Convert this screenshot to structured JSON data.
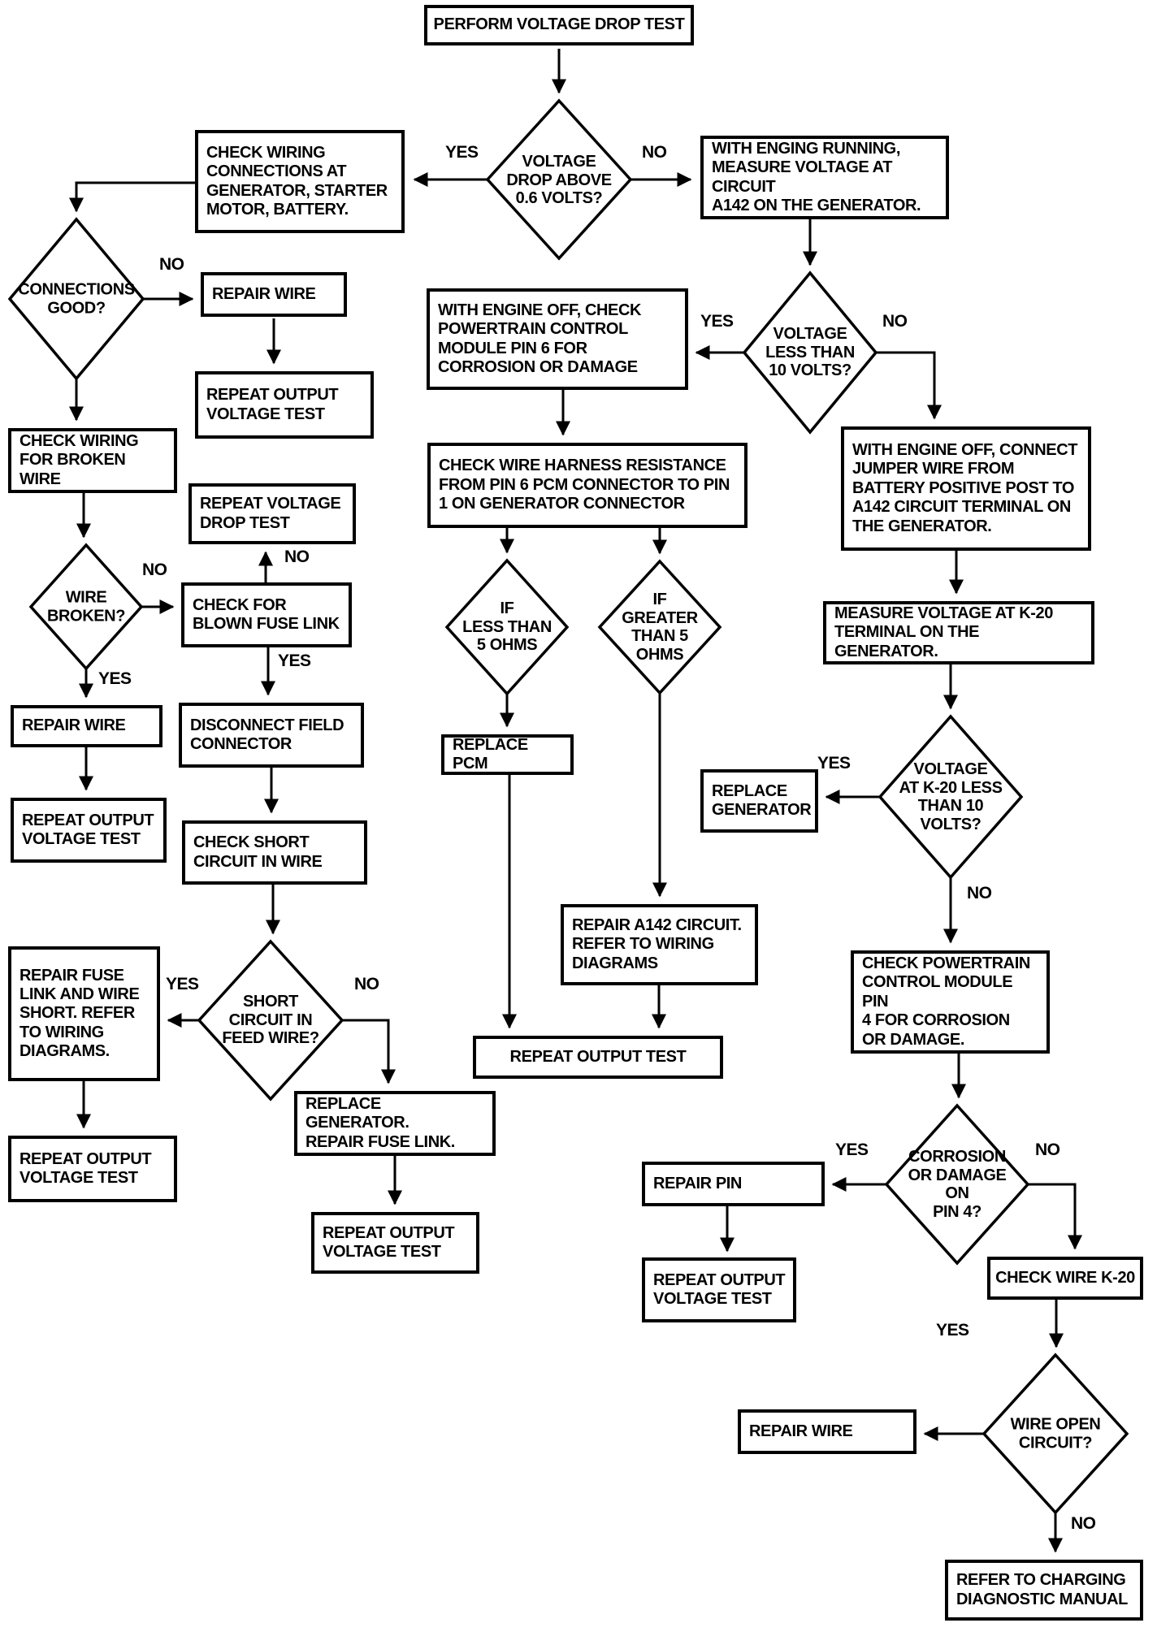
{
  "page": {
    "background_color": "#ffffff",
    "line_color": "#000000",
    "description": "Perform voltage drop test diagnostic flowchart"
  },
  "boxes": {
    "perform_test": "PERFORM VOLTAGE DROP TEST",
    "check_connections": "CHECK WIRING\nCONNECTIONS AT\nGENERATOR, STARTER\nMOTOR, BATTERY.",
    "repair_wire_1": "REPAIR WIRE",
    "repeat_output_1": "REPEAT OUTPUT\nVOLTAGE TEST",
    "check_broken": "CHECK WIRING\nFOR BROKEN WIRE",
    "repeat_drop": "REPEAT VOLTAGE\nDROP TEST",
    "check_fuse": "CHECK FOR\nBLOWN FUSE LINK",
    "disconnect_field": "DISCONNECT FIELD\nCONNECTOR",
    "repair_wire_2": "REPAIR WIRE",
    "repeat_output_2": "REPEAT OUTPUT\nVOLTAGE TEST",
    "check_short": "CHECK SHORT\nCIRCUIT IN WIRE",
    "repair_fuse_link": "REPAIR FUSE\nLINK AND WIRE\nSHORT. REFER\nTO  WIRING\nDIAGRAMS.",
    "repeat_output_3": "REPEAT OUTPUT\nVOLTAGE TEST",
    "replace_gen_fuse": "REPLACE GENERATOR.\nREPAIR FUSE LINK.",
    "repeat_output_4": "REPEAT OUTPUT\nVOLTAGE TEST",
    "pcm_pin6": "WITH ENGINE OFF, CHECK\nPOWERTRAIN CONTROL\nMODULE PIN 6 FOR\nCORROSION OR DAMAGE",
    "wire_harness": "CHECK WIRE HARNESS RESISTANCE\nFROM PIN 6 PCM CONNECTOR TO PIN\n1 ON GENERATOR CONNECTOR",
    "replace_pcm": "REPLACE PCM",
    "repair_a142": "REPAIR A142 CIRCUIT.\nREFER TO WIRING\nDIAGRAMS",
    "repeat_output_test": "REPEAT OUTPUT TEST",
    "engine_running": "WITH ENGING RUNNING,\nMEASURE VOLTAGE AT CIRCUIT\nA142 ON THE GENERATOR.",
    "jumper_wire": "WITH ENGINE OFF, CONNECT\nJUMPER WIRE FROM\nBATTERY POSITIVE POST TO\nA142 CIRCUIT TERMINAL ON\nTHE GENERATOR.",
    "measure_k20": "MEASURE VOLTAGE AT K-20\nTERMINAL ON THE GENERATOR.",
    "replace_generator": "REPLACE\nGENERATOR",
    "pcm_pin4": "CHECK POWERTRAIN\nCONTROL MODULE PIN\n4  FOR CORROSION\nOR DAMAGE.",
    "repair_pin": "REPAIR PIN",
    "repeat_output_5": "REPEAT OUTPUT\nVOLTAGE TEST",
    "check_wire_k20": "CHECK WIRE K-20",
    "repair_wire_3": "REPAIR WIRE",
    "refer_manual": "REFER TO CHARGING\nDIAGNOSTIC MANUAL"
  },
  "diamonds": {
    "volt_drop": "VOLTAGE\nDROP ABOVE\n0.6 VOLTS?",
    "connections_good": "CONNECTIONS\nGOOD?",
    "wire_broken": "WIRE\nBROKEN?",
    "short_feed": "SHORT\nCIRCUIT IN\nFEED WIRE?",
    "less_5": "IF\nLESS THAN\n5 OHMS",
    "greater_5": "IF\nGREATER\nTHAN 5\nOHMS",
    "volt_less_10": "VOLTAGE\nLESS THAN\n10 VOLTS?",
    "k20_less_10": "VOLTAGE\nAT K-20 LESS\nTHAN 10\nVOLTS?",
    "corrosion_pin4": "CORROSION\nOR DAMAGE\nON\nPIN 4?",
    "wire_open": "WIRE OPEN\nCIRCUIT?"
  },
  "edge_labels": {
    "d1_yes": "YES",
    "d1_no": "NO",
    "d2_no": "NO",
    "d3_no": "NO",
    "d3_yes": "YES",
    "fuse_no": "NO",
    "fuse_yes": "YES",
    "d4_yes": "YES",
    "d4_no": "NO",
    "d7_yes": "YES",
    "d7_no": "NO",
    "d8_yes": "YES",
    "d8_no": "NO",
    "d9_yes": "YES",
    "d9_no": "NO",
    "d10_yes": "YES",
    "d10_no": "NO"
  }
}
